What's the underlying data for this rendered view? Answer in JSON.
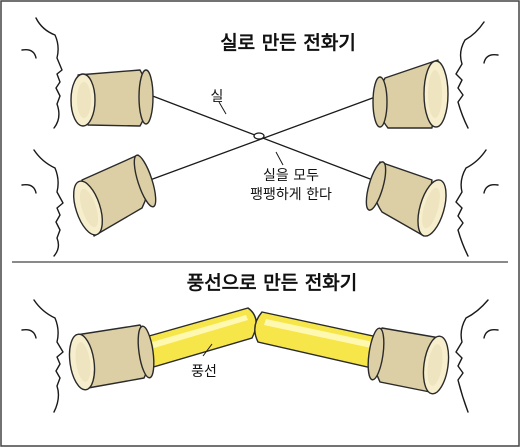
{
  "panel_top": {
    "title": "실로 만든 전화기",
    "string_label": "실",
    "note_line1": "실을 모두",
    "note_line2": "팽팽하게 한다"
  },
  "panel_bottom": {
    "title": "풍선으로 만든 전화기",
    "balloon_label": "풍선"
  },
  "colors": {
    "cup": "#dccfa5",
    "balloon": "#f7e64a",
    "frame": "#444444"
  }
}
